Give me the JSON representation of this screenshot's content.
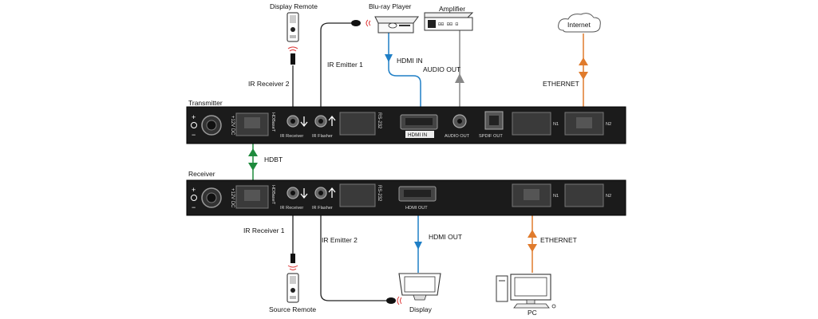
{
  "devices": {
    "display_remote": "Display Remote",
    "bluray": "Blu-ray Player",
    "amplifier": "Amplifier",
    "internet": "Internet",
    "display": "Display",
    "source_remote": "Source Remote",
    "pc": "PC"
  },
  "units": {
    "transmitter": "Transmitter",
    "receiver": "Receiver"
  },
  "links": {
    "ir_receiver_2": "IR Receiver 2",
    "ir_emitter_1": "IR Emitter 1",
    "hdmi_in": "HDMI IN",
    "audio_out": "AUDIO OUT",
    "ethernet_top": "ETHERNET",
    "hdbt": "HDBT",
    "ir_receiver_1": "IR Receiver 1",
    "ir_emitter_2": "IR Emitter 2",
    "hdmi_out": "HDMI OUT",
    "ethernet_bottom": "ETHERNET"
  },
  "transmitter_panel": {
    "power": "+12V DC",
    "hdbaset": "HDBaseT",
    "ir_receiver": "IR Receiver",
    "ir_flasher": "IR Flasher",
    "rs232": "RS-232",
    "hdmi_in": "HDMI IN",
    "audio_out": "AUDIO OUT",
    "spdif_out": "SPDIF OUT",
    "n1": "N1",
    "n2": "N2"
  },
  "receiver_panel": {
    "power": "+12V DC",
    "hdbaset": "HDBaseT",
    "ir_receiver": "IR Receiver",
    "ir_flasher": "IR Flasher",
    "rs232": "RS-232",
    "hdmi_out": "HDMI OUT",
    "n1": "N1",
    "n2": "N2"
  },
  "colors": {
    "hdmi": "#1f7fc6",
    "ethernet": "#e07b2c",
    "hdbt": "#1e8a3c",
    "audio": "#888888",
    "ir": "#222222",
    "panel": "#1b1b1b"
  }
}
